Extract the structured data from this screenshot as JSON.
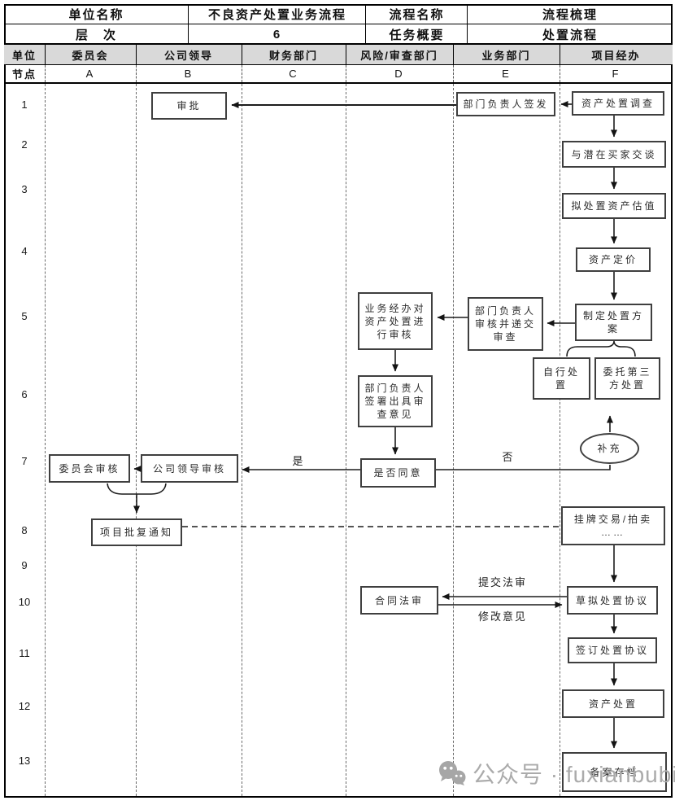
{
  "header": {
    "row1": [
      "单位名称",
      "不良资产处置业务流程",
      "流程名称",
      "流程梳理"
    ],
    "row2": [
      "层　次",
      "6",
      "任务概要",
      "处置流程"
    ]
  },
  "lanes": {
    "unit_label": "单位",
    "node_label": "节点",
    "units": [
      "委员会",
      "公司领导",
      "财务部门",
      "风险/审查部门",
      "业务部门",
      "项目经办"
    ],
    "codes": [
      "A",
      "B",
      "C",
      "D",
      "E",
      "F"
    ]
  },
  "row_numbers": [
    "1",
    "2",
    "3",
    "4",
    "5",
    "6",
    "7",
    "8",
    "9",
    "10",
    "11",
    "12",
    "13"
  ],
  "nodes": {
    "b1_approve": "审批",
    "e1_sign_issue": "部门负责人签发",
    "f1_investigate": "资产处置调查",
    "f2_talk_buyers": "与潜在买家交谈",
    "f3_valuation": "拟处置资产估值",
    "f4_pricing": "资产定价",
    "f5_plan": "制定处置方\n案",
    "d5_handler_review": "业务经办对\n资产处置进\n行审核",
    "e5_head_review_submit": "部门负责人\n审核并递交\n审查",
    "f6_self_disposal": "自行处\n置",
    "f6_third_party": "委托第三\n方处置",
    "d6_sign_opinion": "部门负责人\n签署出具审\n查意见",
    "supplement": "补充",
    "d7_agree": "是否同意",
    "a7_committee_review": "委员会审核",
    "b7_leader_review": "公司领导审核",
    "ab8_approval_notice": "项目批复通知",
    "f8_listing_auction": "挂牌交易/拍卖\n……",
    "d10_contract_legal": "合同法审",
    "f10_draft_agreement": "草拟处置协议",
    "f11_sign_agreement": "签订处置协议",
    "f12_asset_disposal": "资产处置",
    "f13_archive": "备案存档"
  },
  "edge_labels": {
    "yes": "是",
    "no": "否",
    "submit_legal": "提交法审",
    "revise": "修改意见"
  },
  "watermark": {
    "icon": "wechat-icon",
    "text": "公众号 · fuxianbubin"
  },
  "colors": {
    "header_fill": "#d9d9d9",
    "border": "#000000",
    "box_border": "#3f3f3f",
    "line": "#1c1c1c",
    "watermark": "#ababab"
  }
}
